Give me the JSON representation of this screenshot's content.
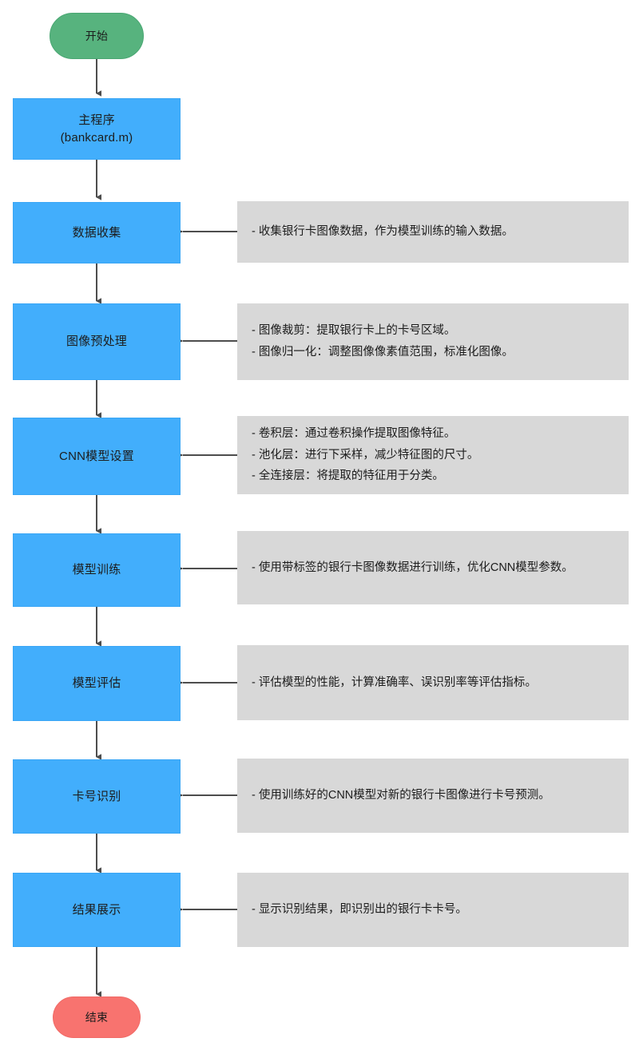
{
  "diagram": {
    "title_text": "",
    "colors": {
      "start_fill": "#57b37e",
      "end_fill": "#f8736f",
      "process_fill": "#42aefc",
      "note_fill": "#d8d8d8",
      "edge_stroke": "#4d4d4d",
      "text": "#1c1c1c",
      "background": "#ffffff"
    },
    "nodes": [
      {
        "id": "start",
        "label": "开始",
        "shape": "stadium",
        "role": "start"
      },
      {
        "id": "main",
        "label": "主程序\n(bankcard.m)",
        "shape": "rect",
        "role": "process"
      },
      {
        "id": "collect",
        "label": "数据收集",
        "shape": "rect",
        "role": "process"
      },
      {
        "id": "preprocess",
        "label": "图像预处理",
        "shape": "rect",
        "role": "process"
      },
      {
        "id": "cnnsetup",
        "label": "CNN模型设置",
        "shape": "rect",
        "role": "process"
      },
      {
        "id": "train",
        "label": "模型训练",
        "shape": "rect",
        "role": "process"
      },
      {
        "id": "evaluate",
        "label": "模型评估",
        "shape": "rect",
        "role": "process"
      },
      {
        "id": "recognize",
        "label": "卡号识别",
        "shape": "rect",
        "role": "process"
      },
      {
        "id": "display",
        "label": "结果展示",
        "shape": "rect",
        "role": "process"
      },
      {
        "id": "end",
        "label": "结束",
        "shape": "stadium",
        "role": "end"
      }
    ],
    "notes": [
      {
        "id": "note-collect",
        "target": "collect",
        "lines": [
          "- 收集银行卡图像数据，作为模型训练的输入数据。"
        ]
      },
      {
        "id": "note-preprocess",
        "target": "preprocess",
        "lines": [
          "- 图像裁剪：提取银行卡上的卡号区域。",
          "- 图像归一化：调整图像像素值范围，标准化图像。"
        ]
      },
      {
        "id": "note-cnnsetup",
        "target": "cnnsetup",
        "lines": [
          "- 卷积层：通过卷积操作提取图像特征。",
          "- 池化层：进行下采样，减少特征图的尺寸。",
          "- 全连接层：将提取的特征用于分类。"
        ]
      },
      {
        "id": "note-train",
        "target": "train",
        "lines": [
          "- 使用带标签的银行卡图像数据进行训练，优化CNN模型参数。"
        ]
      },
      {
        "id": "note-evaluate",
        "target": "evaluate",
        "lines": [
          "- 评估模型的性能，计算准确率、误识别率等评估指标。"
        ]
      },
      {
        "id": "note-recognize",
        "target": "recognize",
        "lines": [
          "- 使用训练好的CNN模型对新的银行卡图像进行卡号预测。"
        ]
      },
      {
        "id": "note-display",
        "target": "display",
        "lines": [
          "- 显示识别结果，即识别出的银行卡卡号。"
        ]
      }
    ],
    "edges": [
      {
        "from": "start",
        "to": "main",
        "direction": "down"
      },
      {
        "from": "main",
        "to": "collect",
        "direction": "down"
      },
      {
        "from": "collect",
        "to": "preprocess",
        "direction": "down"
      },
      {
        "from": "preprocess",
        "to": "cnnsetup",
        "direction": "down"
      },
      {
        "from": "cnnsetup",
        "to": "train",
        "direction": "down"
      },
      {
        "from": "train",
        "to": "evaluate",
        "direction": "down"
      },
      {
        "from": "evaluate",
        "to": "recognize",
        "direction": "down"
      },
      {
        "from": "recognize",
        "to": "display",
        "direction": "down"
      },
      {
        "from": "display",
        "to": "end",
        "direction": "down"
      },
      {
        "from": "note-collect",
        "to": "collect",
        "direction": "left"
      },
      {
        "from": "note-preprocess",
        "to": "preprocess",
        "direction": "left"
      },
      {
        "from": "note-cnnsetup",
        "to": "cnnsetup",
        "direction": "left"
      },
      {
        "from": "note-train",
        "to": "train",
        "direction": "left"
      },
      {
        "from": "note-evaluate",
        "to": "evaluate",
        "direction": "left"
      },
      {
        "from": "note-recognize",
        "to": "recognize",
        "direction": "left"
      },
      {
        "from": "note-display",
        "to": "display",
        "direction": "left"
      }
    ]
  }
}
